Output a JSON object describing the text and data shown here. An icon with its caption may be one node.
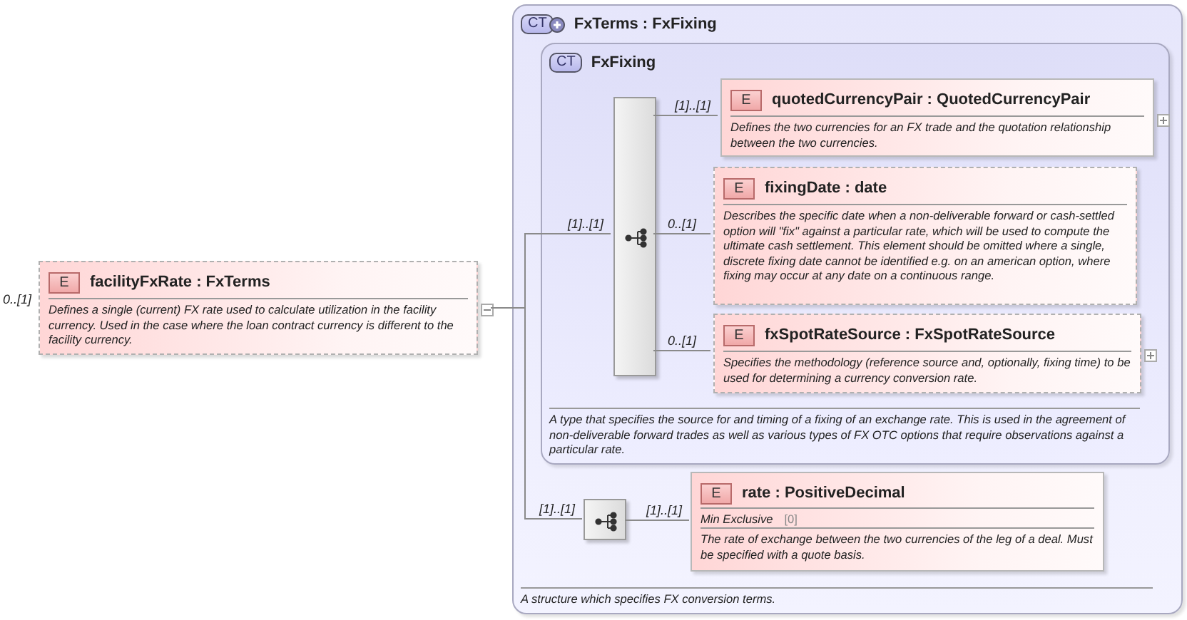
{
  "diagram": {
    "nodes": [
      {
        "text": [
          "E",
          "facilityFxRate : FxTerms",
          "Defines a single (current) FX rate used to calculate utilization in the facility currency. Used in the case where the loan contract currency is different to the facility currency."
        ],
        "beside": [
          "0..[1]"
        ]
      },
      {
        "text": [
          "CT",
          "FxTerms : FxFixing",
          "A structure which specifies FX conversion terms."
        ]
      },
      {
        "text": [
          "CT",
          "FxFixing",
          "A type that specifies the source for and timing of a fixing of an exchange rate. This is used in the agreement of non-deliverable forward trades as well as various types of FX OTC options that require observations against a particular rate."
        ],
        "in": 1
      },
      {
        "text": [],
        "shape": "box",
        "in": 2
      },
      {
        "text": [
          "E",
          "quotedCurrencyPair : QuotedCurrencyPair",
          "Defines the two currencies for an FX trade and the quotation relationship between the two currencies."
        ],
        "in": 2
      },
      {
        "text": [
          "E",
          "fixingDate : date",
          "Describes the specific date when a non-deliverable forward or cash-settled option will \"fix\" against a particular rate, which will be used to compute the ultimate cash settlement. This element should be omitted where a single, discrete fixing date cannot be identified e.g. on an american option, where fixing may occur at any date on a continuous range."
        ],
        "in": 2
      },
      {
        "text": [
          "E",
          "fxSpotRateSource : FxSpotRateSource",
          "Specifies the methodology (reference source and, optionally, fixing time) to be used for determining a currency conversion rate."
        ],
        "in": 2
      },
      {
        "text": [],
        "shape": "box",
        "in": 1
      },
      {
        "text": [
          "E",
          "rate : PositiveDecimal",
          "Min Exclusive",
          "[0]",
          "The rate of exchange between the two currencies of the leg of a deal. Must be specified with a quote basis."
        ],
        "in": 1
      }
    ],
    "edges": [
      {
        "from": 0,
        "to": 3,
        "arrow": "none",
        "label": "[1]..[1]"
      },
      {
        "from": 0,
        "to": 7,
        "arrow": "none",
        "label": "[1]..[1]"
      },
      {
        "from": 3,
        "to": 4,
        "arrow": "none",
        "label": "[1]..[1]"
      },
      {
        "from": 3,
        "to": 5,
        "arrow": "none",
        "label": "0..[1]"
      },
      {
        "from": 3,
        "to": 6,
        "arrow": "none",
        "label": "0..[1]"
      },
      {
        "from": 7,
        "to": 8,
        "arrow": "none",
        "label": "[1]..[1]"
      }
    ]
  }
}
